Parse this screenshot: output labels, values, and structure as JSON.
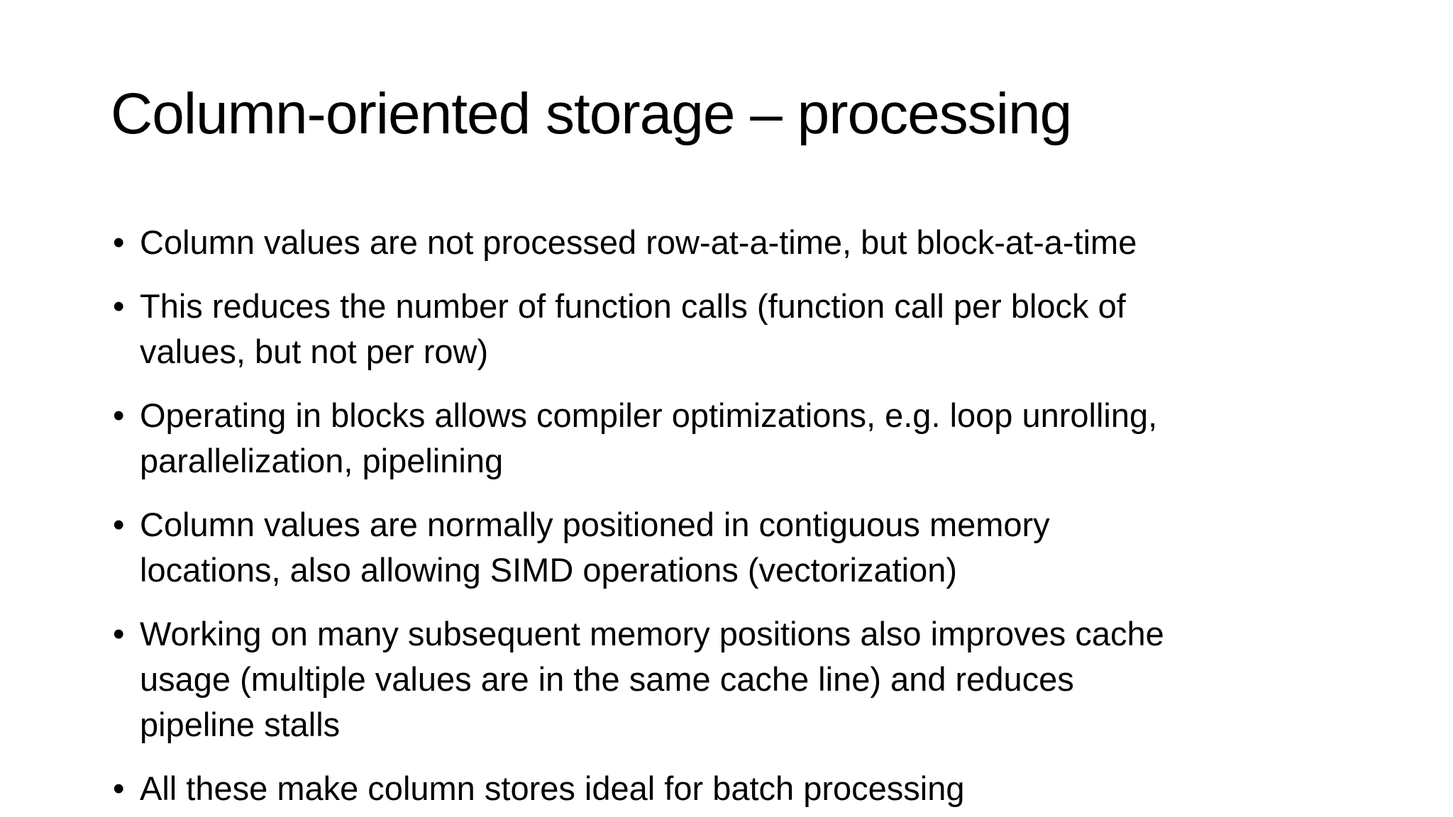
{
  "slide": {
    "title": "Column-oriented storage – processing",
    "bullet_char": "•",
    "colors": {
      "background": "#ffffff",
      "text": "#000000"
    },
    "bullets": [
      {
        "lines": [
          "Column values are not processed row-at-a-time, but block-at-a-time"
        ]
      },
      {
        "lines": [
          "This reduces the number of function calls (function call per block of",
          "values, but not per row)"
        ]
      },
      {
        "lines": [
          "Operating in blocks allows compiler optimizations, e.g. loop unrolling,",
          "parallelization, pipelining"
        ]
      },
      {
        "lines": [
          "Column values are normally positioned in contiguous memory",
          "locations, also allowing SIMD operations (vectorization)"
        ]
      },
      {
        "lines": [
          "Working on many subsequent memory positions also improves cache",
          "usage (multiple values are in the same cache line) and reduces",
          "pipeline stalls"
        ]
      },
      {
        "lines": [
          "All these make column stores ideal for batch processing"
        ]
      }
    ]
  }
}
